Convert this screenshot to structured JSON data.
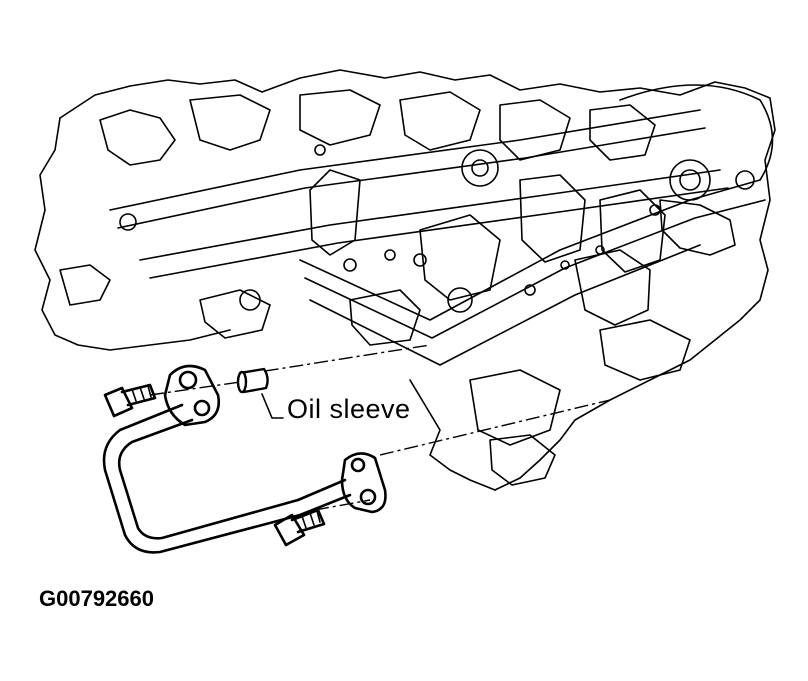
{
  "diagram": {
    "callouts": [
      {
        "id": "oil-sleeve",
        "text": "Oil sleeve"
      }
    ],
    "figure_id": "G00792660"
  }
}
